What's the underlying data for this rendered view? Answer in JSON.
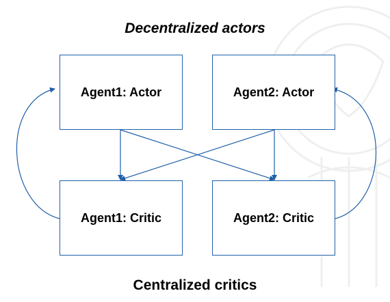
{
  "titles": {
    "top": "Decentralized actors",
    "bottom": "Centralized critics"
  },
  "nodes": {
    "agent1_actor": "Agent1: Actor",
    "agent2_actor": "Agent2: Actor",
    "agent1_critic": "Agent1: Critic",
    "agent2_critic": "Agent2: Critic"
  },
  "colors": {
    "line": "#1f5fa8",
    "text": "#000000"
  }
}
